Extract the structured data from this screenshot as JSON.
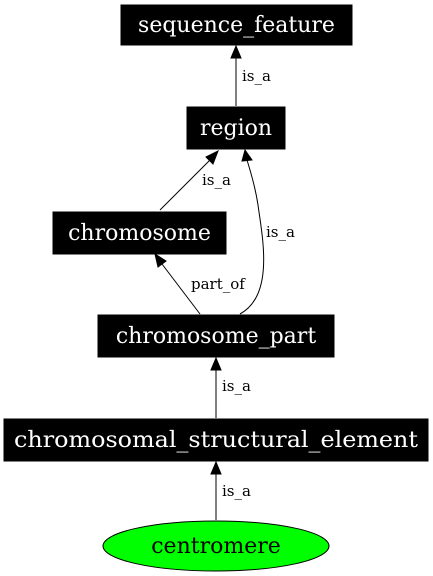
{
  "nodes": {
    "sequence_feature": {
      "label": "sequence_feature"
    },
    "region": {
      "label": "region"
    },
    "chromosome": {
      "label": "chromosome"
    },
    "chromosome_part": {
      "label": "chromosome_part"
    },
    "chromosomal_structural_element": {
      "label": "chromosomal_structural_element"
    },
    "centromere": {
      "label": "centromere",
      "fill_color": "#00ff00"
    }
  },
  "edges": [
    {
      "from": "region",
      "to": "sequence_feature",
      "label": "is_a"
    },
    {
      "from": "chromosome",
      "to": "region",
      "label": "is_a"
    },
    {
      "from": "chromosome_part",
      "to": "region",
      "label": "is_a"
    },
    {
      "from": "chromosome_part",
      "to": "chromosome",
      "label": "part_of"
    },
    {
      "from": "chromosomal_structural_element",
      "to": "chromosome_part",
      "label": "is_a"
    },
    {
      "from": "centromere",
      "to": "chromosomal_structural_element",
      "label": "is_a"
    }
  ],
  "colors": {
    "node_fill": "#000000",
    "node_text": "#ffffff",
    "highlight_fill": "#00ff00",
    "edge": "#000000"
  }
}
